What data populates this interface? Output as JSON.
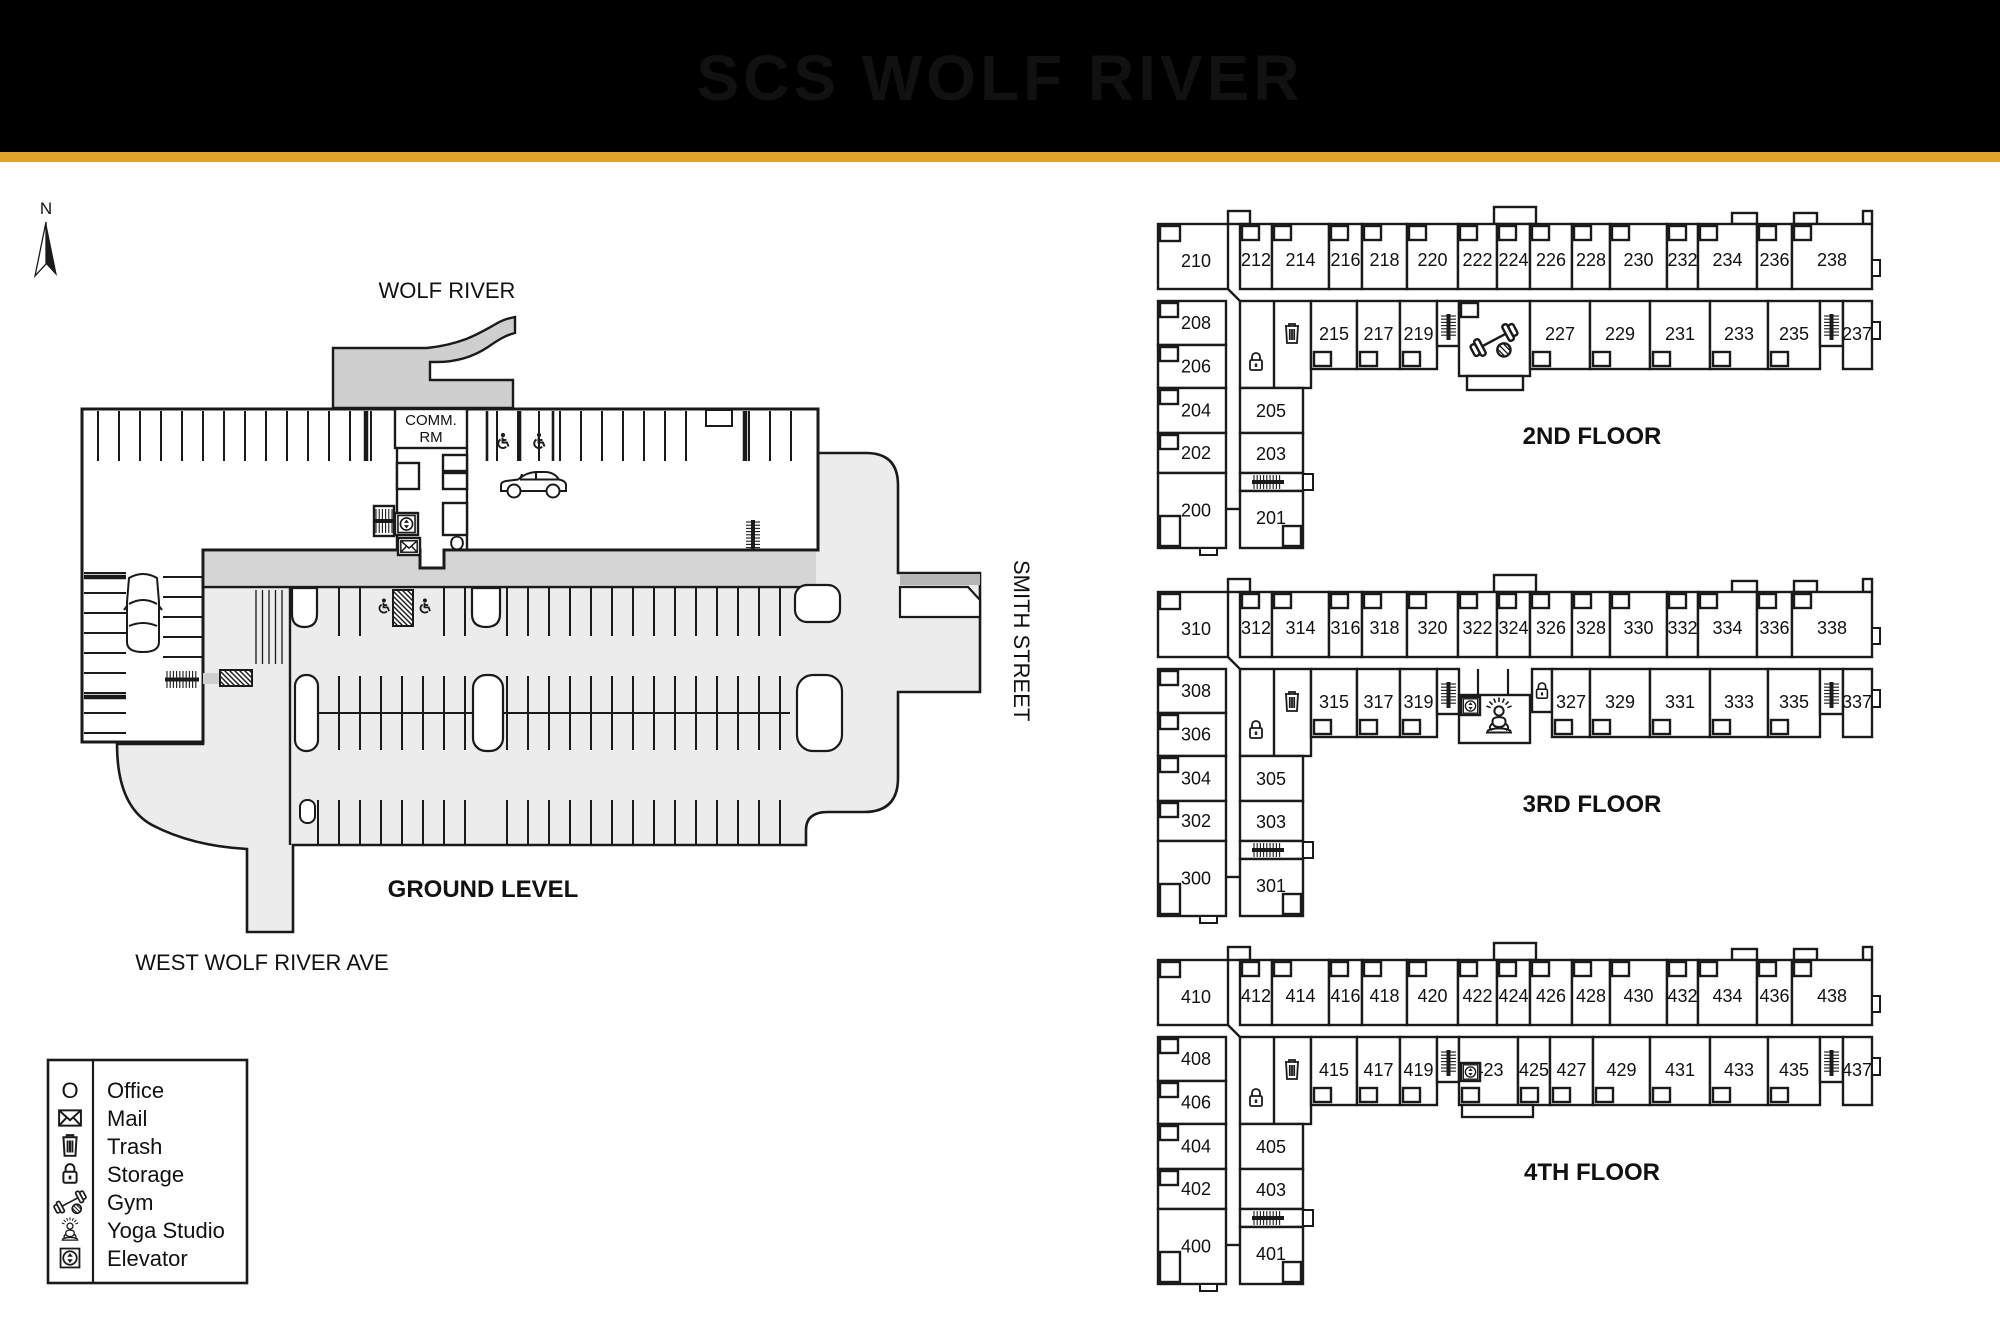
{
  "header": {
    "title": "SCS WOLF RIVER",
    "bar_color": "#000000",
    "accent_color": "#DFA32B"
  },
  "compass": {
    "label": "N"
  },
  "ground": {
    "river_label": "WOLF RIVER",
    "street_label": "SMITH STREET",
    "avenue_label": "WEST WOLF RIVER AVE",
    "level_label": "GROUND LEVEL",
    "comm_room_line1": "COMM.",
    "comm_room_line2": "RM",
    "office_symbol": "O"
  },
  "legend": {
    "items": [
      {
        "icon": "office",
        "label": "Office"
      },
      {
        "icon": "mail",
        "label": "Mail"
      },
      {
        "icon": "trash",
        "label": "Trash"
      },
      {
        "icon": "storage",
        "label": "Storage"
      },
      {
        "icon": "gym",
        "label": "Gym"
      },
      {
        "icon": "yoga",
        "label": "Yoga Studio"
      },
      {
        "icon": "elevator",
        "label": "Elevator"
      }
    ]
  },
  "floors": [
    {
      "id": "2nd",
      "label": "2ND FLOOR",
      "top_units": [
        "210",
        "212",
        "214",
        "216",
        "218",
        "220",
        "222",
        "224",
        "226",
        "228",
        "230",
        "232",
        "234",
        "236",
        "238"
      ],
      "left_outer": [
        "208",
        "206",
        "204",
        "202",
        "200"
      ],
      "left_inner": [
        "205",
        "203",
        "201"
      ],
      "corridor_left": [
        "215",
        "217",
        "219"
      ],
      "corridor_right": [
        "227",
        "229",
        "231",
        "233",
        "235"
      ],
      "end_unit": "237",
      "amenities": [
        "trash",
        "storage",
        "stairs",
        "gym"
      ]
    },
    {
      "id": "3rd",
      "label": "3RD FLOOR",
      "top_units": [
        "310",
        "312",
        "314",
        "316",
        "318",
        "320",
        "322",
        "324",
        "326",
        "328",
        "330",
        "332",
        "334",
        "336",
        "338"
      ],
      "left_outer": [
        "308",
        "306",
        "304",
        "302",
        "300"
      ],
      "left_inner": [
        "305",
        "303",
        "301"
      ],
      "corridor_left": [
        "315",
        "317",
        "319"
      ],
      "corridor_right": [
        "327",
        "329",
        "331",
        "333",
        "335"
      ],
      "end_unit": "337",
      "amenities": [
        "trash",
        "storage",
        "stairs",
        "elevator",
        "yoga"
      ]
    },
    {
      "id": "4th",
      "label": "4TH FLOOR",
      "top_units": [
        "410",
        "412",
        "414",
        "416",
        "418",
        "420",
        "422",
        "424",
        "426",
        "428",
        "430",
        "432",
        "434",
        "436",
        "438"
      ],
      "left_outer": [
        "408",
        "406",
        "404",
        "402",
        "400"
      ],
      "left_inner": [
        "405",
        "403",
        "401"
      ],
      "corridor_left": [
        "415",
        "417",
        "419"
      ],
      "corridor_right": [
        "423",
        "425",
        "427",
        "429",
        "431",
        "433",
        "435"
      ],
      "end_unit": "437",
      "amenities": [
        "trash",
        "storage",
        "stairs",
        "elevator"
      ]
    }
  ]
}
